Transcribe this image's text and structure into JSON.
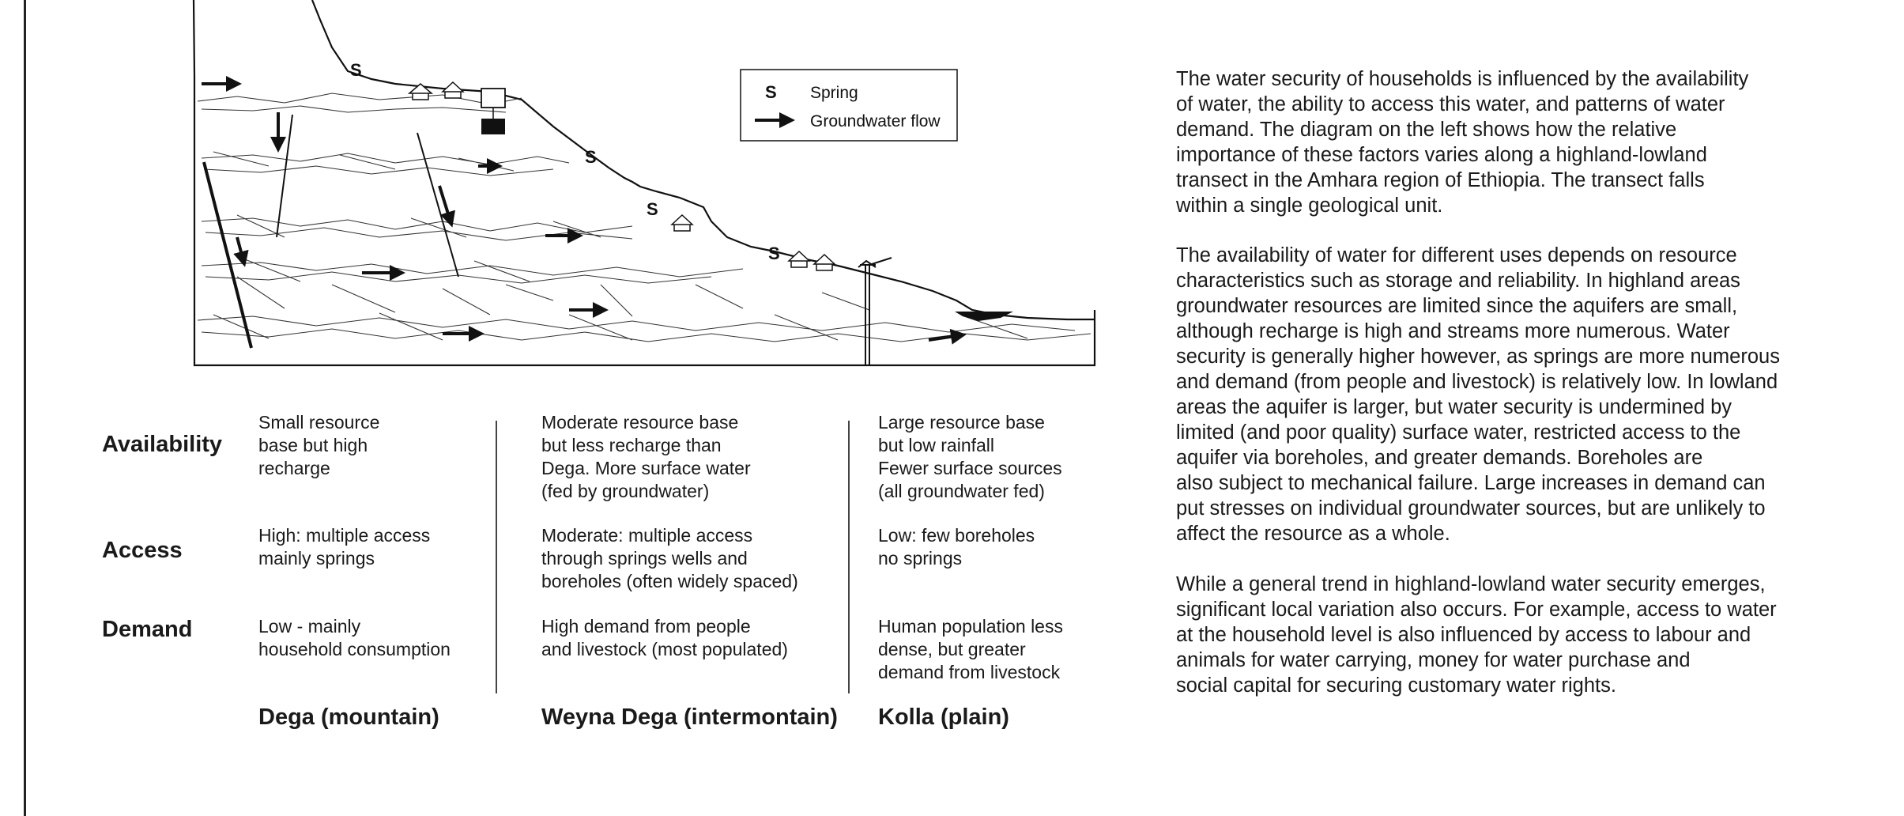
{
  "legend": {
    "spring_symbol": "S",
    "spring_label": "Spring",
    "flow_label": "Groundwater flow"
  },
  "spring_markers": [
    "S",
    "S",
    "S",
    "S"
  ],
  "table": {
    "rows": [
      {
        "label": "Availability",
        "cells": [
          "Small resource\nbase but high\nrecharge",
          "Moderate resource base\nbut less recharge than\nDega.  More surface water\n(fed by groundwater)",
          "Large resource base\nbut low rainfall\nFewer surface sources\n(all groundwater fed)"
        ]
      },
      {
        "label": "Access",
        "cells": [
          "High: multiple access\nmainly springs",
          "Moderate: multiple access\nthrough springs wells and\nboreholes (often widely spaced)",
          "Low: few boreholes\nno springs"
        ]
      },
      {
        "label": "Demand",
        "cells": [
          "Low - mainly\nhousehold consumption",
          "High demand from people\nand livestock (most populated)",
          "Human population less\ndense, but greater\ndemand from livestock"
        ]
      }
    ],
    "zones": [
      "Dega (mountain)",
      "Weyna Dega (intermontain)",
      "Kolla (plain)"
    ]
  },
  "paragraphs": [
    "The water security of households is influenced by the availability\nof water, the ability to access this water, and patterns of water\ndemand.  The diagram on the left shows how the relative\nimportance of these factors varies along a highland-lowland\ntransect in the Amhara region of Ethiopia.  The transect falls\nwithin a single geological unit.",
    "The availability of water for different uses depends on resource\ncharacteristics such as storage and reliability.  In highland areas\ngroundwater resources are limited since the aquifers are small,\nalthough recharge is high and streams more numerous.  Water\nsecurity is generally higher however, as springs are more numerous\nand demand (from people and livestock) is relatively low.  In lowland\nareas the aquifer is larger, but water security is undermined by\nlimited  (and poor quality) surface water,  restricted access to the\naquifer via boreholes, and greater demands.  Boreholes are\nalso subject to mechanical failure. Large increases in demand can\nput stresses on individual groundwater sources, but are unlikely to\naffect the resource as a whole.",
    "While a general trend in highland-lowland water security emerges,\nsignificant local variation also occurs. For example, access to water\nat the household level is also influenced by access to labour and\nanimals for water carrying, money for water purchase and\nsocial capital for securing customary water rights."
  ]
}
